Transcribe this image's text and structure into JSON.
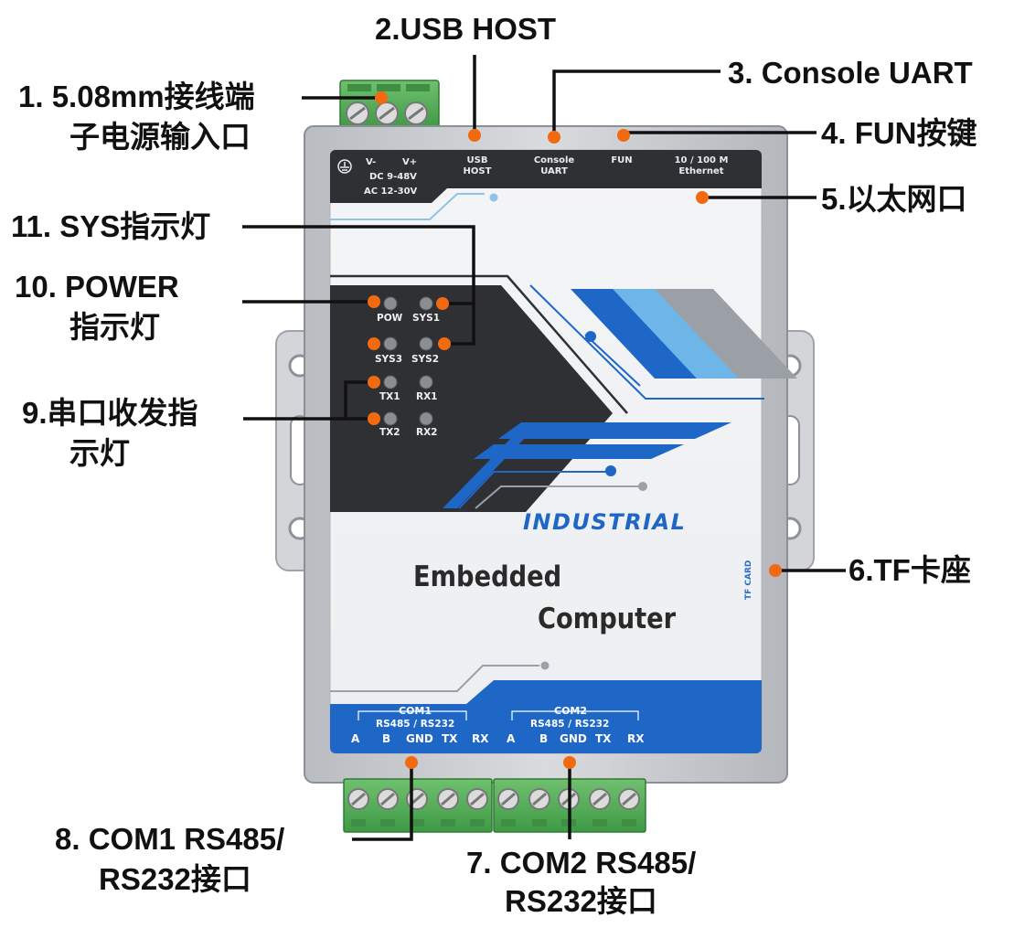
{
  "callouts": {
    "c1_line1": "1.  5.08mm接线端",
    "c1_line2": "子电源输入口",
    "c2": "2.USB HOST",
    "c3": "3. Console UART",
    "c4": "4. FUN按键",
    "c5": "5.以太网口",
    "c6": "6.TF卡座",
    "c7_line1": "7. COM2 RS485/",
    "c7_line2": "RS232接口",
    "c8_line1": "8. COM1 RS485/",
    "c8_line2": "RS232接口",
    "c9_line1": "9.串口收发指",
    "c9_line2": "示灯",
    "c10_line1": "10. POWER",
    "c10_line2": "指示灯",
    "c11": "11. SYS指示灯"
  },
  "device": {
    "top_labels": {
      "vminus": "V-",
      "vplus": "V+",
      "dc": "DC 9-48V",
      "ac": "AC 12-30V",
      "usb_line1": "USB",
      "usb_line2": "HOST",
      "console_line1": "Console",
      "console_line2": "UART",
      "fun": "FUN",
      "eth_line1": "10 / 100 M",
      "eth_line2": "Ethernet"
    },
    "leds": {
      "pow": "POW",
      "sys1": "SYS1",
      "sys3": "SYS3",
      "sys2": "SYS2",
      "tx1": "TX1",
      "rx1": "RX1",
      "tx2": "TX2",
      "rx2": "RX2"
    },
    "brand": "INDUSTRIAL",
    "product_line1": "Embedded",
    "product_line2": "Computer",
    "tf_card": "TF CARD",
    "com1": {
      "title": "COM1",
      "sub": "RS485 / RS232",
      "pins": [
        "A",
        "B",
        "GND",
        "TX",
        "RX"
      ]
    },
    "com2": {
      "title": "COM2",
      "sub": "RS485 / RS232",
      "pins": [
        "A",
        "B",
        "GND",
        "TX",
        "RX"
      ]
    }
  },
  "colors": {
    "marker": "#f26a10",
    "accent_blue": "#1e67c7",
    "panel_dark": "#2e3033",
    "leader": "#111111"
  }
}
